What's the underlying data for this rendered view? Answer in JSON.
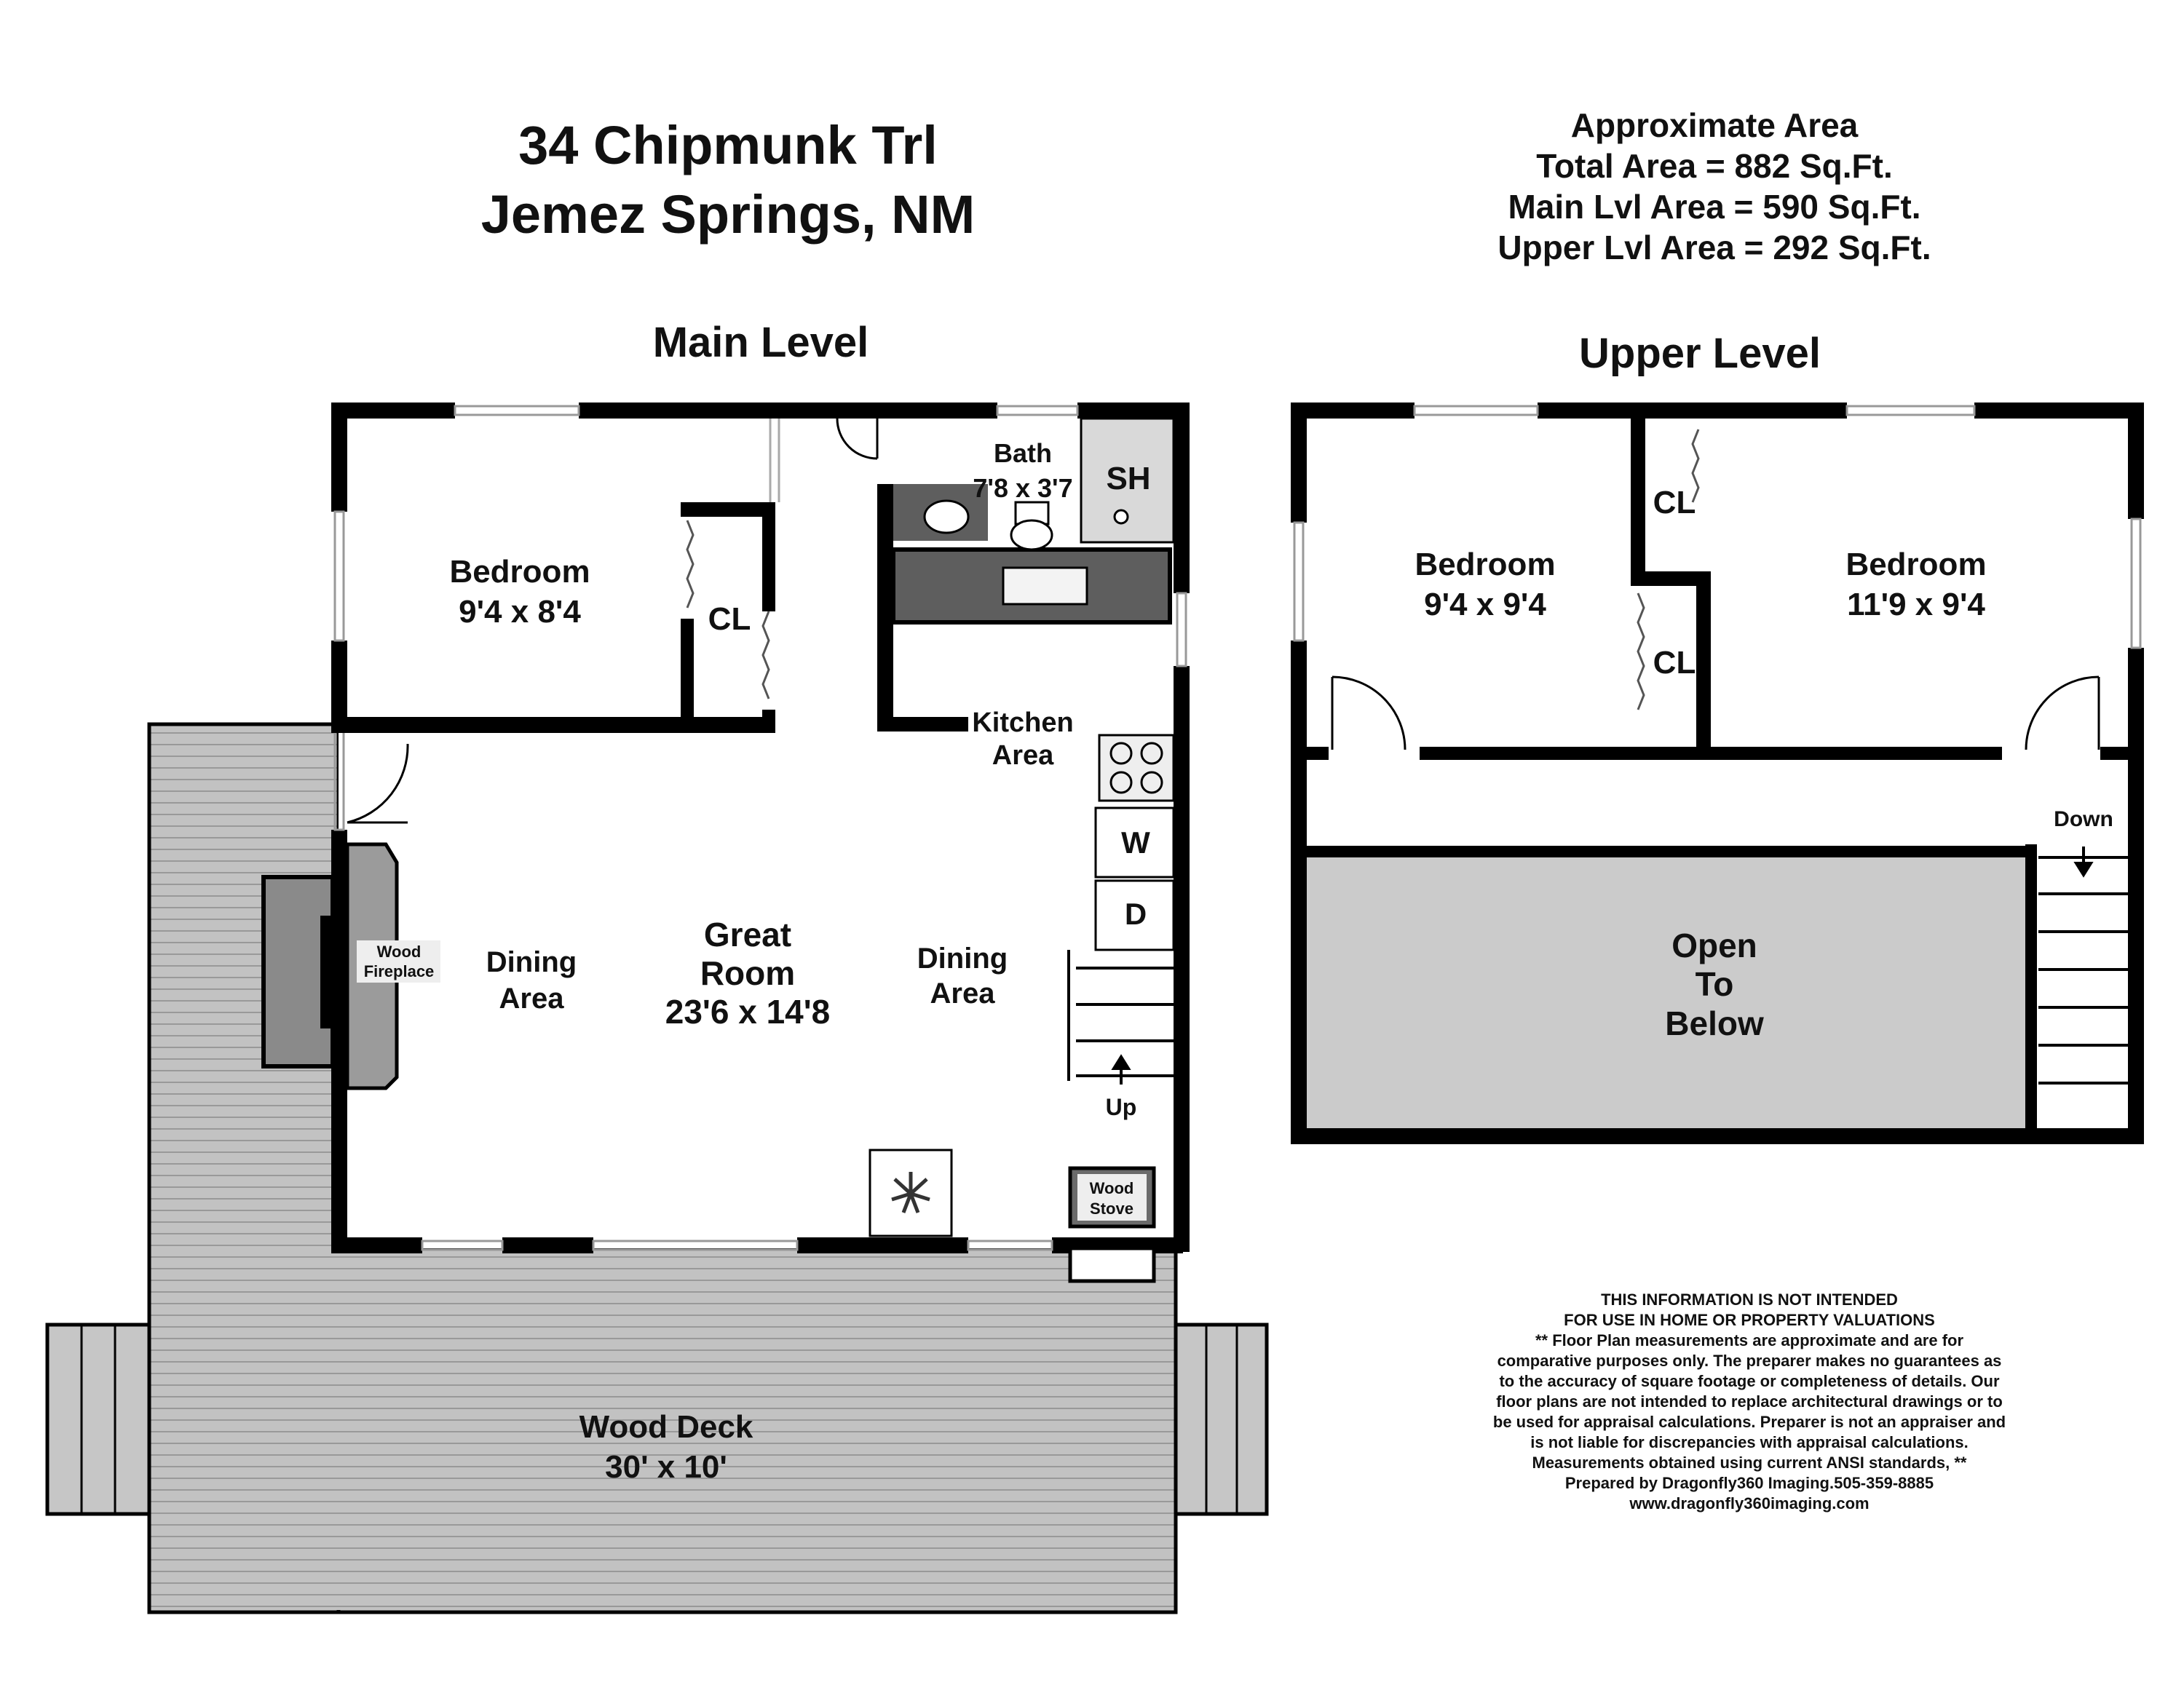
{
  "header": {
    "address_line1": "34 Chipmunk Trl",
    "address_line2": "Jemez Springs, NM"
  },
  "area_summary": {
    "title": "Approximate Area",
    "total": "Total Area = 882 Sq.Ft.",
    "main": "Main Lvl Area = 590 Sq.Ft.",
    "upper": "Upper Lvl Area = 292 Sq.Ft."
  },
  "main_level": {
    "title": "Main Level",
    "bedroom_name": "Bedroom",
    "bedroom_size": "9'4 x 8'4",
    "closet": "CL",
    "bath_name": "Bath",
    "bath_size": "7'8 x 3'7",
    "shower": "SH",
    "kitchen_line1": "Kitchen",
    "kitchen_line2": "Area",
    "washer": "W",
    "dryer": "D",
    "fireplace_line1": "Wood",
    "fireplace_line2": "Fireplace",
    "dining_left_line1": "Dining",
    "dining_left_line2": "Area",
    "great_room_line1": "Great",
    "great_room_line2": "Room",
    "great_room_size": "23'6 x 14'8",
    "dining_right_line1": "Dining",
    "dining_right_line2": "Area",
    "stairs_label": "Up",
    "stove_line1": "Wood",
    "stove_line2": "Stove",
    "deck_name": "Wood Deck",
    "deck_size": "30' x 10'"
  },
  "upper_level": {
    "title": "Upper Level",
    "closet_top": "CL",
    "closet_bottom": "CL",
    "bedroom_left_name": "Bedroom",
    "bedroom_left_size": "9'4 x 9'4",
    "bedroom_right_name": "Bedroom",
    "bedroom_right_size": "11'9 x 9'4",
    "stairs_label": "Down",
    "open_line1": "Open",
    "open_line2": "To",
    "open_line3": "Below"
  },
  "disclaimer": [
    "THIS INFORMATION IS NOT INTENDED",
    "FOR USE IN HOME OR PROPERTY VALUATIONS",
    "** Floor Plan measurements are approximate and are for",
    "comparative purposes only. The preparer makes no guarantees as",
    "to the accuracy of square footage or completeness of details. Our",
    "floor plans are not intended to replace architectural drawings or to",
    "be used for appraisal calculations. Preparer is not an appraiser and",
    "is not liable for discrepancies with appraisal calculations.",
    "Measurements obtained using current ANSI standards, **",
    "Prepared by Dragonfly360 Imaging.505-359-8885",
    "www.dragonfly360imaging.com"
  ],
  "colors": {
    "wall": "#000000",
    "deck": "#b9b9b9",
    "open_area": "#cbcbcb",
    "counter": "#5e5e5e",
    "fireplace": "#8a8a8a"
  }
}
